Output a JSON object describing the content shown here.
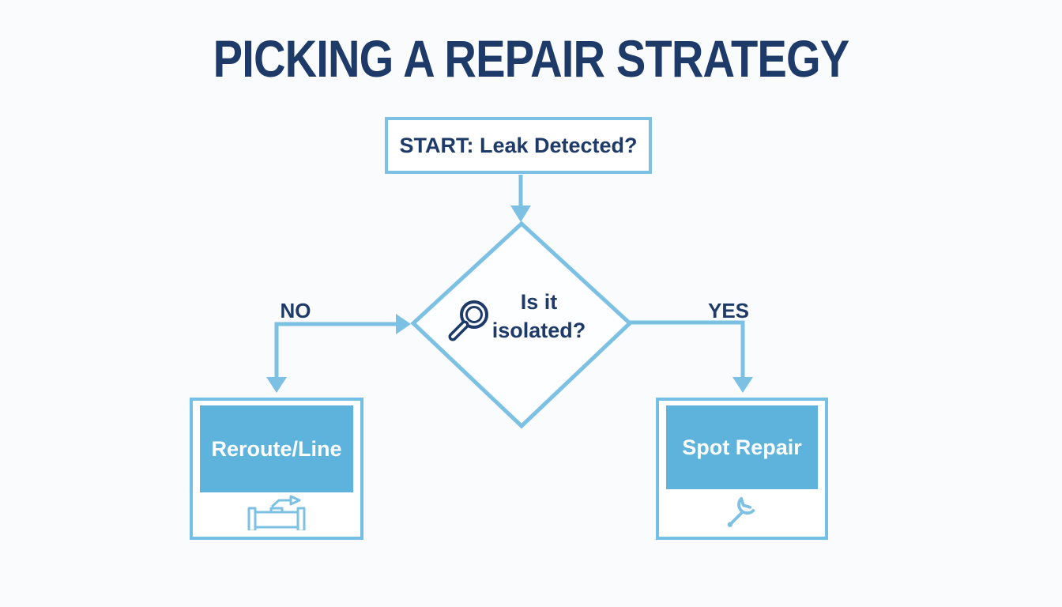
{
  "title": "PICKING A REPAIR STRATEGY",
  "colors": {
    "navy_text": "#1d3a69",
    "line_blue": "#7cc0e4",
    "fill_blue": "#5eb3dd",
    "border_blue": "#74bfe5",
    "background": "#f9fbfd",
    "box_fill": "#ffffff"
  },
  "flowchart": {
    "start": {
      "label": "START: Leak Detected?"
    },
    "decision": {
      "label_line1": "Is it",
      "label_line2": "isolated?",
      "icon": "magnifier-icon"
    },
    "branches": {
      "no": {
        "label": "NO"
      },
      "yes": {
        "label": "YES"
      }
    },
    "outcomes": {
      "no": {
        "label": "Reroute/Line",
        "icon": "pipe-icon"
      },
      "yes": {
        "label": "Spot Repair",
        "icon": "wrench-icon"
      }
    }
  }
}
